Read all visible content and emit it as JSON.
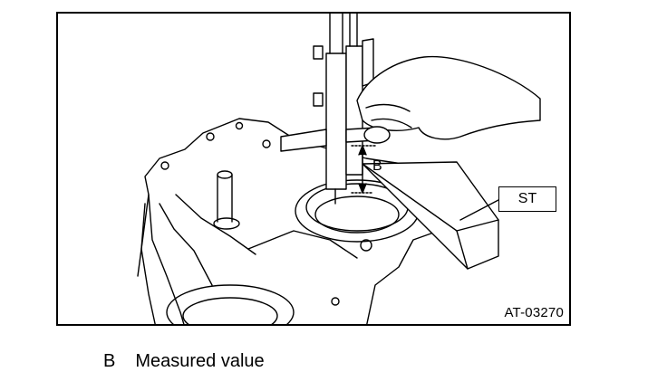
{
  "figure": {
    "code": "AT-03270",
    "callouts": {
      "st": "ST",
      "b": "B"
    }
  },
  "legend": {
    "key": "B",
    "text": "Measured value"
  }
}
